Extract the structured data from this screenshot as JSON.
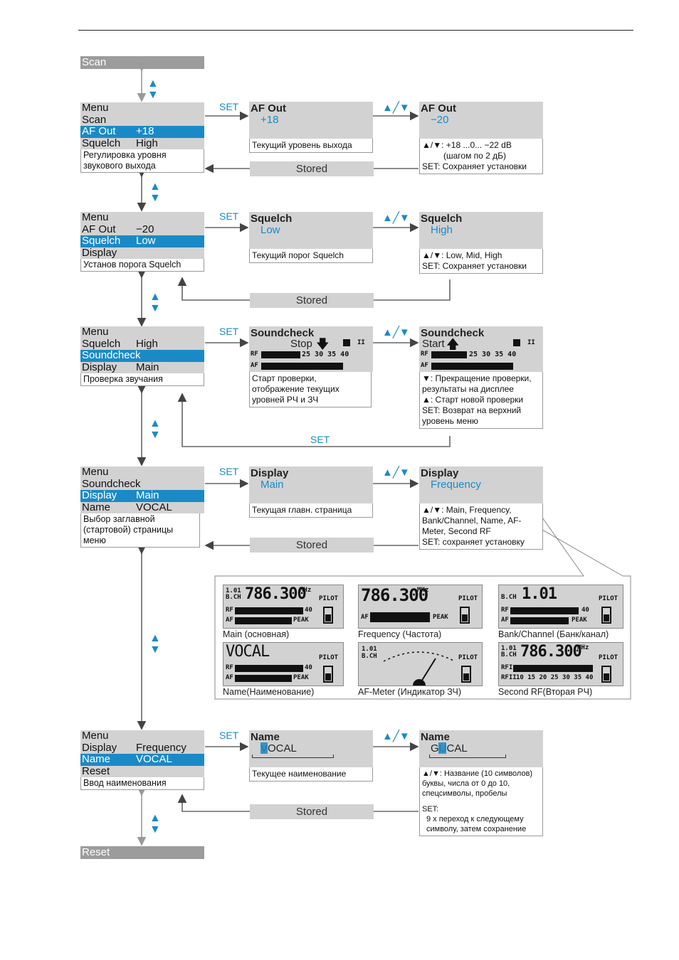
{
  "top_bar": {
    "label": "Scan"
  },
  "bottom_bar": {
    "label": "Reset"
  },
  "menus": [
    {
      "title": "Menu",
      "rows": [
        {
          "l": "Scan",
          "v": ""
        },
        {
          "l": "AF Out",
          "v": "+18"
        },
        {
          "l": "Squelch",
          "v": "High"
        }
      ],
      "sel": 1,
      "desc": "Регулировка уровня звукового выхода"
    },
    {
      "title": "Menu",
      "rows": [
        {
          "l": "AF Out",
          "v": "−20"
        },
        {
          "l": "Squelch",
          "v": "Low"
        },
        {
          "l": "Display",
          "v": ""
        }
      ],
      "sel": 1,
      "desc": "Установ порога Squelch"
    },
    {
      "title": "Menu",
      "rows": [
        {
          "l": "Squelch",
          "v": "High"
        },
        {
          "l": "Soundcheck",
          "v": ""
        },
        {
          "l": "Display",
          "v": "Main"
        }
      ],
      "sel": 1,
      "desc": "Проверка звучания"
    },
    {
      "title": "Menu",
      "rows": [
        {
          "l": "Soundcheck",
          "v": ""
        },
        {
          "l": "Display",
          "v": "Main"
        },
        {
          "l": "Name",
          "v": "VOCAL"
        }
      ],
      "sel": 1,
      "desc": "Выбор заглавной (стартовой) страницы меню"
    },
    {
      "title": "Menu",
      "rows": [
        {
          "l": "Display",
          "v": "Frequency"
        },
        {
          "l": "Name",
          "v": "VOCAL"
        },
        {
          "l": "Reset",
          "v": ""
        }
      ],
      "sel": 1,
      "desc": "Ввод наименования"
    }
  ],
  "set_label": "SET",
  "stored_label": "Stored",
  "rows": [
    {
      "mid": {
        "title": "AF  Out",
        "value": "+18",
        "desc": "Текущий уровень выхода"
      },
      "right": {
        "title": "AF  Out",
        "value": "−20",
        "lines": [
          "▲/▼: +18 ...0... −22 dB",
          "(шагом по 2 дБ)",
          "SET: Сохраняет установки"
        ]
      }
    },
    {
      "mid": {
        "title": "Squelch",
        "value": "Low",
        "desc": "Текущий порог Squelch"
      },
      "right": {
        "title": "Squelch",
        "value": "High",
        "lines": [
          "▲/▼: Low, Mid, High",
          "SET: Сохраняет установки"
        ]
      }
    },
    {
      "mid": {
        "title": "Soundcheck",
        "value": "Stop",
        "desc": "Старт проверки, отображение текущих уровней РЧ и ЗЧ"
      },
      "right": {
        "title": "Soundcheck",
        "value": "Start",
        "lines": [
          "▼: Прекращение проверки, результаты на дисплее",
          "▲: Старт новой проверки",
          "SET: Возврат на верхний уровень меню"
        ]
      }
    },
    {
      "mid": {
        "title": "Display",
        "value": "Main",
        "desc": "Текущая главн. страница"
      },
      "right": {
        "title": "Display",
        "value": "Frequency",
        "lines": [
          "▲/▼: Main, Frequency, Bank/Channel, Name, AF-Meter, Second RF",
          "SET: сохраняет установку"
        ]
      }
    },
    {
      "mid": {
        "title": "Name",
        "value": "VOCAL",
        "desc": "Текущее наименование"
      },
      "right": {
        "title": "Name",
        "value": "GUCAL",
        "lines": [
          "▲/▼: Название (10 символов) буквы, числа от 0 до 10, спецсимволы, пробелы",
          "SET:",
          "9 x переход к следующему символу, затем сохранение"
        ]
      }
    }
  ],
  "meter_labels": {
    "rf": "RF",
    "af": "AF",
    "scale": "10 15 20 25 30 35 40",
    "peak": "PEAK",
    "pilot": "PILOT",
    "bch": "B.CH",
    "chan": "1.01",
    "mhz": "MHz"
  },
  "displays": [
    {
      "caption": "Main (основная)",
      "big": "786.300"
    },
    {
      "caption": "Frequency (Частота)",
      "big": "786.300"
    },
    {
      "caption": "Bank/Channel (Банк/канал)",
      "big": "1.01"
    },
    {
      "caption": "Name(Наименование)",
      "big": "VOCAL"
    },
    {
      "caption": "AF-Meter (Индикатор ЗЧ)",
      "big": ""
    },
    {
      "caption": "Second RF(Вторая РЧ)",
      "big": "786.300"
    }
  ],
  "colors": {
    "accent": "#1a8ac6",
    "panel": "#d2d2d2",
    "bar": "#9c9c9c"
  }
}
